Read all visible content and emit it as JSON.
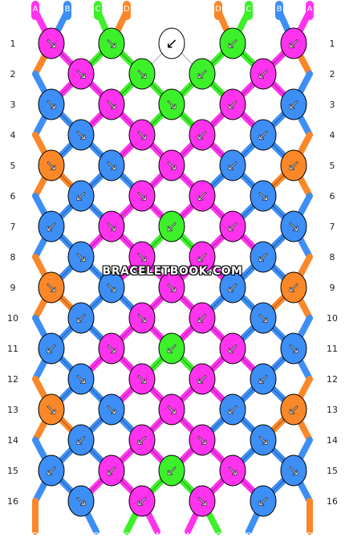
{
  "palette": {
    "A": "#ff33ee",
    "B": "#3d8ef5",
    "C": "#3cf02a",
    "D": "#fa8728",
    "E": "#ffffff"
  },
  "strands_top": [
    "A",
    "B",
    "C",
    "D",
    "E",
    "E",
    "D",
    "C",
    "B",
    "A"
  ],
  "strands_bottom": [
    "D",
    "E",
    "B",
    "C",
    "A",
    "A",
    "C",
    "B",
    "E",
    "D"
  ],
  "row_numbers": [
    "1",
    "2",
    "3",
    "4",
    "5",
    "6",
    "7",
    "8",
    "9",
    "10",
    "11",
    "12",
    "13",
    "14",
    "15",
    "16"
  ],
  "watermark": "BRACELETBOOK.COM",
  "knots": [
    [
      {
        "c": "A",
        "a": "↘"
      },
      {
        "c": "C",
        "a": "↘"
      },
      {
        "c": "E",
        "a": "↙"
      },
      {
        "c": "C",
        "a": "↙"
      },
      {
        "c": "A",
        "a": "↙"
      }
    ],
    [
      {
        "c": "A",
        "a": "↘"
      },
      {
        "c": "C",
        "a": "↘"
      },
      {
        "c": "C",
        "a": "↙"
      },
      {
        "c": "A",
        "a": "↙"
      }
    ],
    [
      {
        "c": "B",
        "a": "↘"
      },
      {
        "c": "A",
        "a": "↘"
      },
      {
        "c": "C",
        "a": "↘"
      },
      {
        "c": "A",
        "a": "↙"
      },
      {
        "c": "B",
        "a": "↙"
      }
    ],
    [
      {
        "c": "B",
        "a": "↘"
      },
      {
        "c": "A",
        "a": "↘"
      },
      {
        "c": "A",
        "a": "↙"
      },
      {
        "c": "B",
        "a": "↙"
      }
    ],
    [
      {
        "c": "D",
        "a": "↘"
      },
      {
        "c": "B",
        "a": "↘"
      },
      {
        "c": "A",
        "a": "↘"
      },
      {
        "c": "B",
        "a": "↙"
      },
      {
        "c": "D",
        "a": "↙"
      }
    ],
    [
      {
        "c": "B",
        "a": "↙"
      },
      {
        "c": "A",
        "a": "↘"
      },
      {
        "c": "A",
        "a": "↙"
      },
      {
        "c": "B",
        "a": "↘"
      }
    ],
    [
      {
        "c": "B",
        "a": "↙"
      },
      {
        "c": "A",
        "a": "↘"
      },
      {
        "c": "C",
        "a": "↙"
      },
      {
        "c": "A",
        "a": "↙"
      },
      {
        "c": "B",
        "a": "↘"
      }
    ],
    [
      {
        "c": "B",
        "a": "↘"
      },
      {
        "c": "A",
        "a": "↘"
      },
      {
        "c": "A",
        "a": "↙"
      },
      {
        "c": "B",
        "a": "↙"
      }
    ],
    [
      {
        "c": "D",
        "a": "↘"
      },
      {
        "c": "B",
        "a": "↘"
      },
      {
        "c": "A",
        "a": "↘"
      },
      {
        "c": "B",
        "a": "↙"
      },
      {
        "c": "D",
        "a": "↙"
      }
    ],
    [
      {
        "c": "B",
        "a": "↙"
      },
      {
        "c": "A",
        "a": "↘"
      },
      {
        "c": "A",
        "a": "↙"
      },
      {
        "c": "B",
        "a": "↘"
      }
    ],
    [
      {
        "c": "B",
        "a": "↙"
      },
      {
        "c": "A",
        "a": "↘"
      },
      {
        "c": "C",
        "a": "↙"
      },
      {
        "c": "A",
        "a": "↙"
      },
      {
        "c": "B",
        "a": "↘"
      }
    ],
    [
      {
        "c": "B",
        "a": "↘"
      },
      {
        "c": "A",
        "a": "↘"
      },
      {
        "c": "A",
        "a": "↙"
      },
      {
        "c": "B",
        "a": "↙"
      }
    ],
    [
      {
        "c": "D",
        "a": "↘"
      },
      {
        "c": "B",
        "a": "↘"
      },
      {
        "c": "A",
        "a": "↘"
      },
      {
        "c": "B",
        "a": "↙"
      },
      {
        "c": "D",
        "a": "↙"
      }
    ],
    [
      {
        "c": "B",
        "a": "↙"
      },
      {
        "c": "A",
        "a": "↙"
      },
      {
        "c": "A",
        "a": "↘"
      },
      {
        "c": "B",
        "a": "↘"
      }
    ],
    [
      {
        "c": "B",
        "a": "↙"
      },
      {
        "c": "A",
        "a": "↙"
      },
      {
        "c": "C",
        "a": "↙"
      },
      {
        "c": "A",
        "a": "↘"
      },
      {
        "c": "B",
        "a": "↘"
      }
    ],
    [
      {
        "c": "B",
        "a": "↘"
      },
      {
        "c": "A",
        "a": "↙"
      },
      {
        "c": "A",
        "a": "↘"
      },
      {
        "c": "B",
        "a": "↙"
      }
    ]
  ]
}
